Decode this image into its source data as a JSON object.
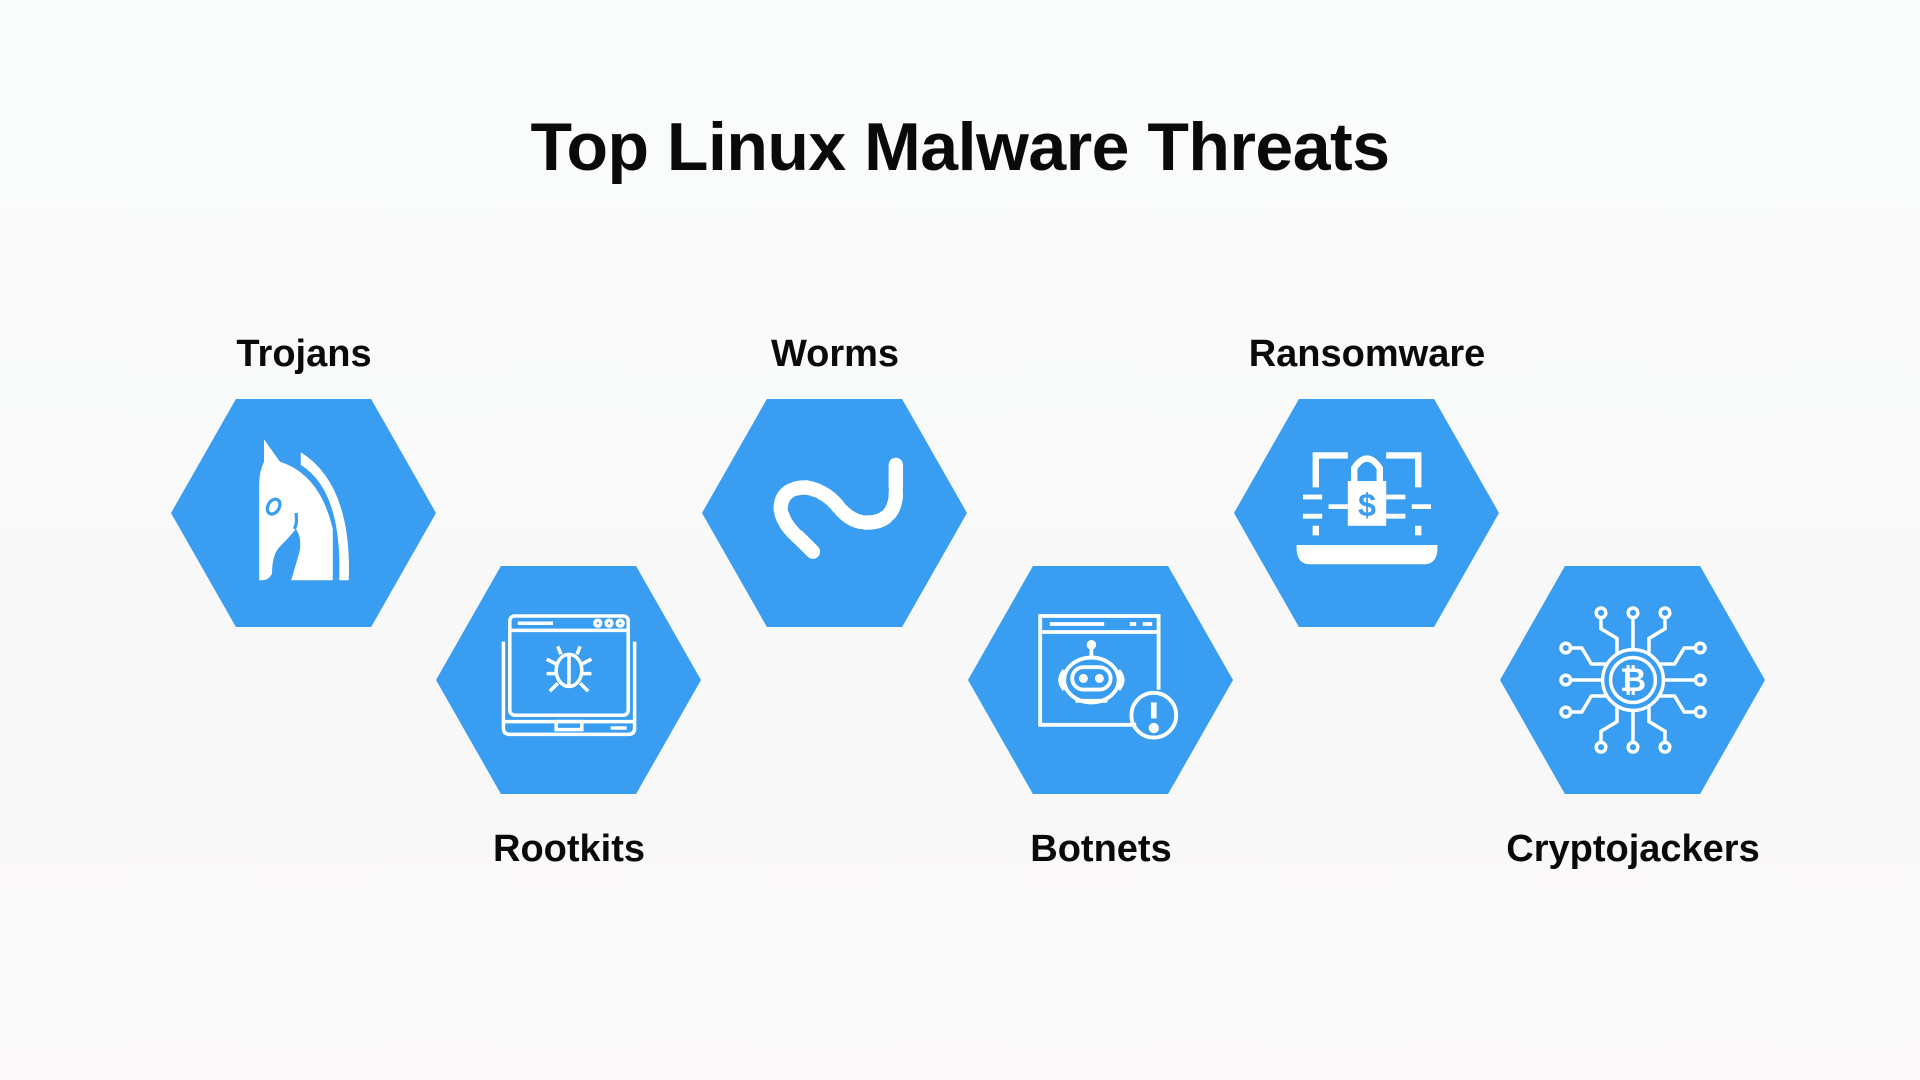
{
  "title": "Top Linux Malware Threats",
  "accent_color": "#399df1",
  "threats": [
    {
      "label": "Trojans",
      "icon": "trojan-horse-icon"
    },
    {
      "label": "Rootkits",
      "icon": "laptop-bug-icon"
    },
    {
      "label": "Worms",
      "icon": "worm-icon"
    },
    {
      "label": "Botnets",
      "icon": "bot-alert-icon"
    },
    {
      "label": "Ransomware",
      "icon": "laptop-lock-dollar-icon"
    },
    {
      "label": "Cryptojackers",
      "icon": "bitcoin-circuit-icon"
    }
  ]
}
